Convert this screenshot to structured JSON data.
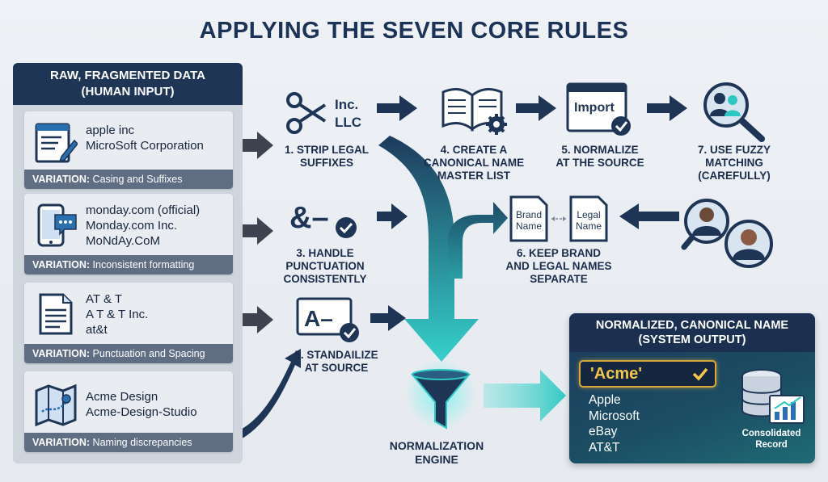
{
  "title": "APPLYING THE SEVEN CORE RULES",
  "input_panel": {
    "header_line1": "RAW, FRAGMENTED DATA",
    "header_line2": "(HUMAN INPUT)",
    "cards": [
      {
        "lines": [
          "apple inc",
          "MicroSoft Corporation"
        ],
        "variation_prefix": "VARIATION:",
        "variation": "Casing and Suffixes",
        "icon": "document-edit-icon"
      },
      {
        "lines": [
          "monday.com (official)",
          "Monday.com Inc.",
          "MoNdAy.CoM"
        ],
        "variation_prefix": "VARIATION:",
        "variation": "Inconsistent formatting",
        "icon": "phone-chat-icon"
      },
      {
        "lines": [
          "AT & T",
          "A T & T Inc.",
          "at&t"
        ],
        "variation_prefix": "VARIATION:",
        "variation": "Punctuation and Spacing",
        "icon": "document-icon"
      },
      {
        "lines": [
          "Acme Design",
          "Acme-Design-Studio"
        ],
        "variation_prefix": "VARIATION:",
        "variation": "Naming discrepancies",
        "icon": "map-icon"
      }
    ]
  },
  "rules": {
    "r1": {
      "line1": "1. STRIP LEGAL",
      "line2": "SUFFIXES",
      "icon_text1": "Inc.",
      "icon_text2": "LLC"
    },
    "r3": {
      "line1": "3. HANDLE",
      "line2": "PUNCTUATION",
      "line3": "CONSISTENTLY",
      "icon_text": "&–"
    },
    "r4": {
      "line1": "4. CREATE A",
      "line2": "CANONICAL NAME",
      "line3": "MASTER LIST"
    },
    "r5a": {
      "line1": "5. NORMALIZE",
      "line2": "AT THE SOURCE",
      "icon_text": "Import"
    },
    "r5b": {
      "line1": "5. STANDAILIZE",
      "line2": "AT SOURCE",
      "icon_text": "A–"
    },
    "r6": {
      "line1": "6. KEEP BRAND",
      "line2": "AND LEGAL NAMES",
      "line3": "SEPARATE",
      "brand1": "Brand",
      "brand2": "Name",
      "legal1": "Legal",
      "legal2": "Name"
    },
    "r7": {
      "line1": "7. USE FUZZY",
      "line2": "MATCHING",
      "line3": "(CAREFULLY)"
    }
  },
  "engine": {
    "line1": "NORMALIZATION",
    "line2": "ENGINE"
  },
  "output_panel": {
    "header_line1": "NORMALIZED, CANONICAL NAME",
    "header_line2": "(SYSTEM OUTPUT)",
    "highlight": "'Acme'",
    "names": [
      "Apple",
      "Microsoft",
      "eBay",
      "AT&T"
    ],
    "record_line1": "Consolidated",
    "record_line2": "Record"
  },
  "colors": {
    "navy": "#1e3556",
    "teal": "#2fc7c4",
    "gold": "#d8a83a"
  }
}
